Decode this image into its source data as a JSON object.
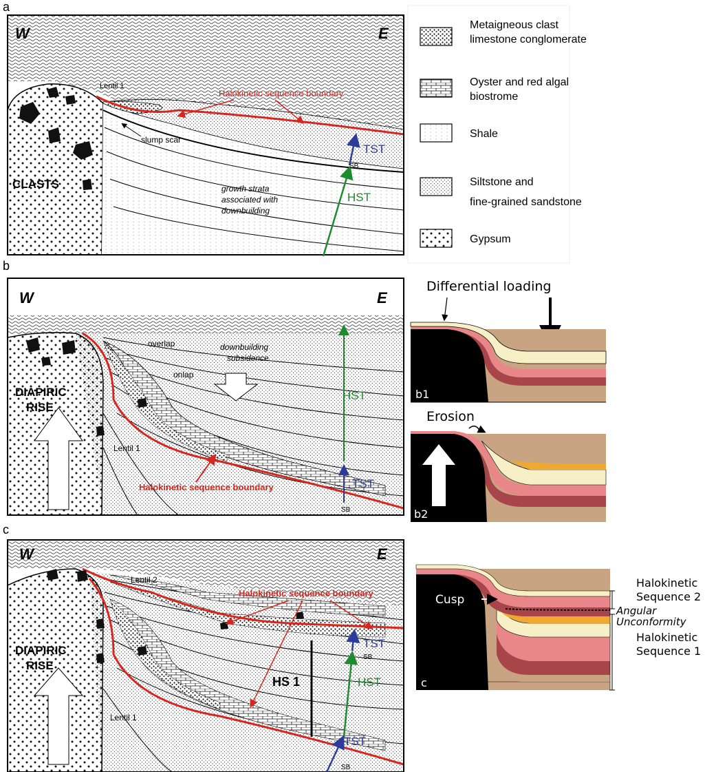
{
  "panel_a": {
    "letter": "a",
    "west": "W",
    "east": "E",
    "lentil": "Lentil 1",
    "hsb": "Halokinetic sequence boundary",
    "slump": "slump scar",
    "tst": "TST",
    "sb": "SB",
    "clasts": "CLASTS",
    "growth1": "growth strata",
    "growth2": "associated with",
    "growth3": "downbuilding",
    "hst": "HST"
  },
  "legend": {
    "items": [
      {
        "line1": "Metaigneous clast",
        "line2": "limestone conglomerate"
      },
      {
        "line1": "Oyster and red algal",
        "line2": "biostrome"
      },
      {
        "line1": "Shale",
        "line2": ""
      },
      {
        "line1": "Siltstone and",
        "line2": "fine-grained sandstone"
      },
      {
        "line1": "Gypsum",
        "line2": ""
      }
    ]
  },
  "panel_b": {
    "letter": "b",
    "west": "W",
    "east": "E",
    "overlap": "overlap",
    "onlap": "onlap",
    "down1": "downbuilding",
    "down2": "subsidence",
    "diapiric1": "DIAPIRIC",
    "diapiric2": "RISE",
    "hst": "HST",
    "lentil": "Lentil 1",
    "tst": "TST",
    "hsb": "Halokinetic sequence boundary",
    "sb": "SB"
  },
  "panel_b1": {
    "title": "Differential loading",
    "label": "b1"
  },
  "panel_b2": {
    "title": "Erosion",
    "label": "b2"
  },
  "panel_c": {
    "letter": "c",
    "west": "W",
    "east": "E",
    "lentil2": "Lentil 2",
    "hsb": "Halokinetic sequence boundary",
    "diapiric1": "DIAPIRIC",
    "diapiric2": "RISE",
    "tst_upper": "TST",
    "sb_upper": "SB",
    "hs1": "HS 1",
    "hst": "HST",
    "lentil1": "Lentil 1",
    "tst_lower": "TST",
    "sb_lower": "SB"
  },
  "panel_c_model": {
    "cusp": "Cusp",
    "label": "c",
    "seq2_line1": "Halokinetic",
    "seq2_line2": "Sequence 2",
    "angular1": "Angular",
    "angular2": "Unconformity",
    "seq1_line1": "Halokinetic",
    "seq1_line2": "Sequence 1"
  },
  "colors": {
    "red": "#d7261e",
    "blue": "#2d3b9c",
    "green": "#1f8a2e",
    "salt": "#000000",
    "cream": "#f7efc6",
    "pink": "#e8868a",
    "darkred": "#a8454a",
    "tan": "#c9a482",
    "orange": "#f0a830"
  }
}
